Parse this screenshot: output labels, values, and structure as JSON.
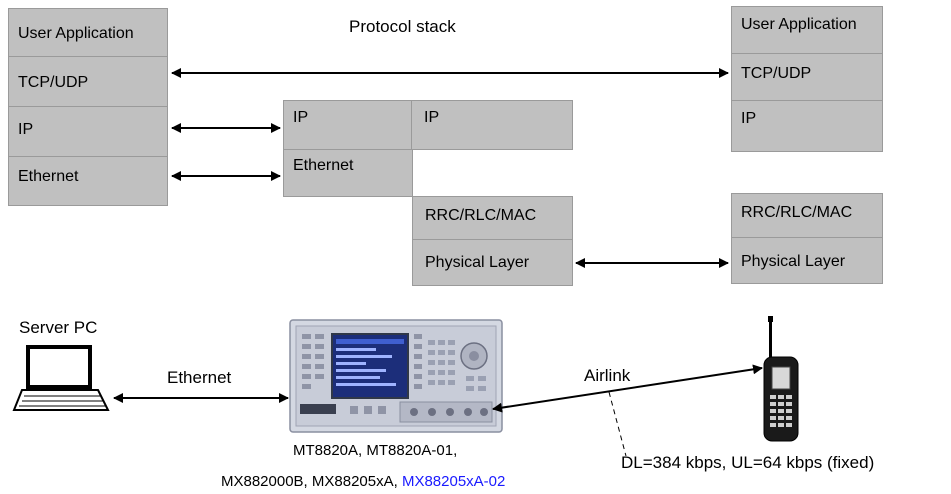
{
  "title": "Protocol stack",
  "left_stack": [
    "User Application",
    "TCP/UDP",
    "IP",
    "Ethernet"
  ],
  "middle_stack": {
    "ip_left": "IP",
    "ip_right": "IP",
    "ethernet": "Ethernet",
    "rrc": "RRC/RLC/MAC",
    "phy": "Physical Layer"
  },
  "right_stack": [
    "User Application",
    "TCP/UDP",
    "IP",
    "RRC/RLC/MAC",
    "Physical Layer"
  ],
  "devices": {
    "server_label": "Server PC",
    "link_ethernet": "Ethernet",
    "link_airlink": "Airlink",
    "tester_line1": "MT8820A, MT8820A-01,",
    "tester_line2_black": "MX882000B, MX88205xA, ",
    "tester_line2_blue": "MX88205xA-02",
    "rate_note": "DL=384 kbps, UL=64 kbps (fixed)"
  },
  "icons": [
    "laptop-icon",
    "tester-icon",
    "mobile-phone-icon"
  ],
  "colors": {
    "box_fill": "#c0c0c0",
    "box_border": "#9a9a9a",
    "highlight_text": "#1a1aff"
  }
}
